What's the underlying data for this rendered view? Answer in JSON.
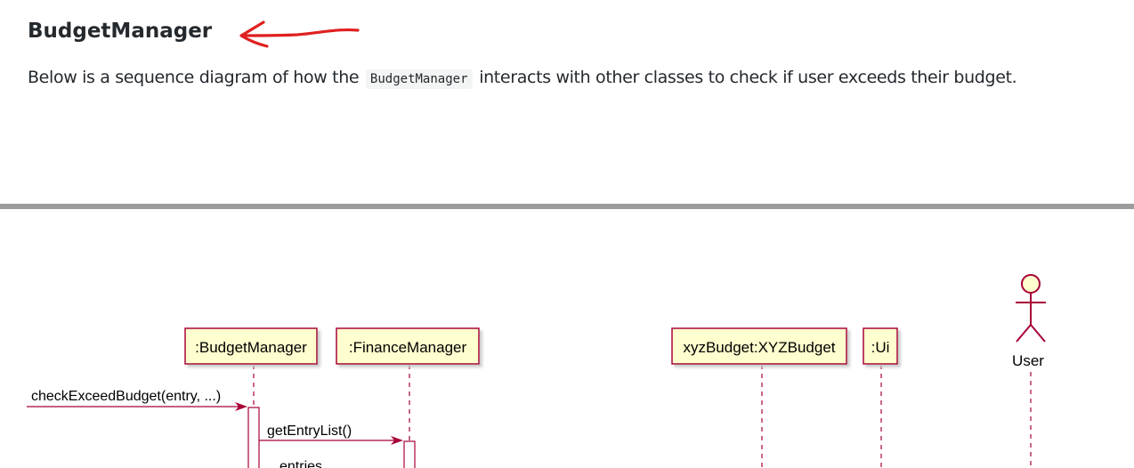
{
  "section": {
    "heading": "BudgetManager",
    "description_before": "Below is a sequence diagram of how the ",
    "code_term": "BudgetManager",
    "description_after": " interacts with other classes to check if user exceeds their budget."
  },
  "annotation": {
    "color": "#e02020"
  },
  "diagram": {
    "participants": [
      {
        "label": ":BudgetManager"
      },
      {
        "label": ":FinanceManager"
      },
      {
        "label": "xyzBudget:XYZBudget"
      },
      {
        "label": ":Ui"
      }
    ],
    "actor": {
      "label": "User"
    },
    "messages": [
      {
        "label": "checkExceedBudget(entry, ...)"
      },
      {
        "label": "getEntryList()"
      },
      {
        "label": "entries"
      }
    ],
    "colors": {
      "border": "#a80036",
      "fill": "#fefece",
      "shadow": "#c9c9c9"
    }
  }
}
